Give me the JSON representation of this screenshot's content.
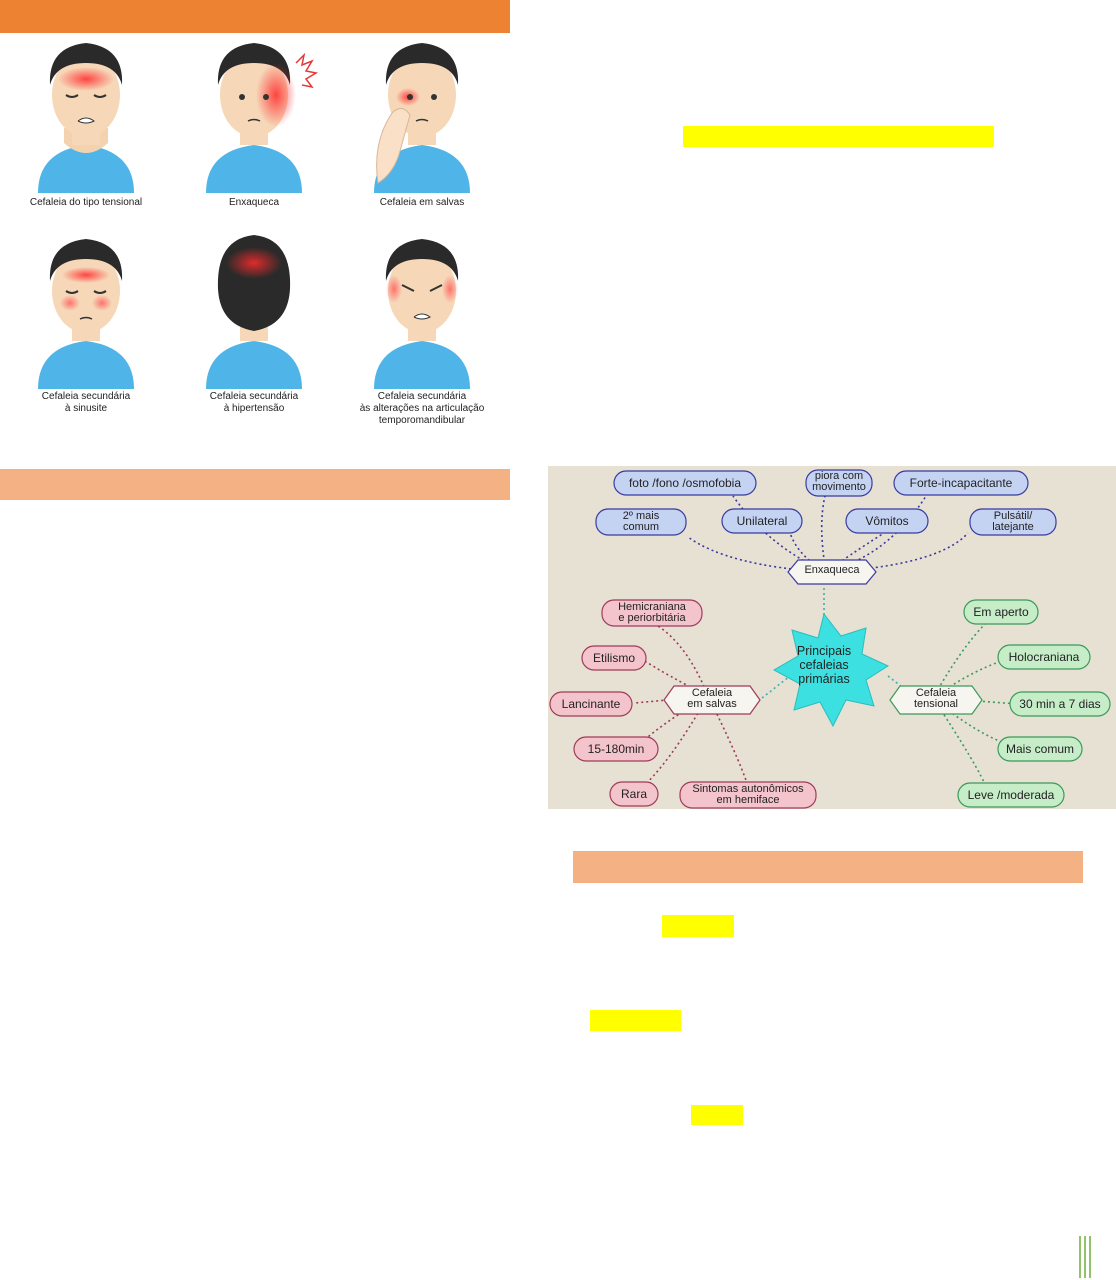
{
  "faces": {
    "captions": [
      "Cefaleia do tipo tensional",
      "Enxaqueca",
      "Cefaleia em salvas",
      "Cefaleia secundária\nà sinusite",
      "Cefaleia secundária\nà hipertensão",
      "Cefaleia secundária\nàs alterações na articulação\ntemporomandibular"
    ]
  },
  "mindmap": {
    "center": "Principais\ncefaleias\nprimárias",
    "enxaqueca": {
      "label": "Enxaqueca",
      "items": [
        "foto /fono /osmofobia",
        "piora com\nmovimento",
        "Forte-incapacitante",
        "2º mais\ncomum",
        "Unilateral",
        "Vômitos",
        "Pulsátil/\nlatejante"
      ]
    },
    "salvas": {
      "label": "Cefaleia\nem salvas",
      "items": [
        "Hemicraniana\ne periorbitária",
        "Etilismo",
        "Lancinante",
        "15-180min",
        "Rara",
        "Sintomas autonômicos\nem hemiface"
      ]
    },
    "tensional": {
      "label": "Cefaleia\ntensional",
      "items": [
        "Em aperto",
        "Holocraniana",
        "30 min a 7 dias",
        "Mais comum",
        "Leve /moderada"
      ]
    }
  },
  "colors": {
    "header_orange": "#ee8233",
    "header_peach": "#f4b183",
    "highlight": "#ffff00",
    "skin": "#f6d7b8",
    "hair": "#2a2a2a",
    "shirt": "#4fb5e8",
    "pain_red": "#ff4040",
    "star_cyan": "#3de0e0",
    "blue_node": "#c5d3f3",
    "pink_node": "#f4c4cd",
    "green_node": "#c6ecc8"
  }
}
